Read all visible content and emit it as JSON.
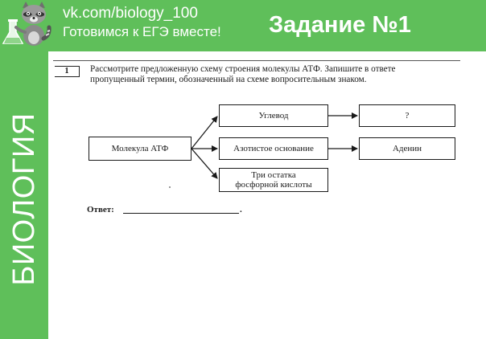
{
  "header": {
    "url": "vk.com/biology_100",
    "slogan": "Готовимся к ЕГЭ вместе!",
    "task_title": "Задание №1"
  },
  "sidebar": {
    "subject": "БИОЛОГИЯ"
  },
  "task": {
    "number": "1",
    "text_line1": "Рассмотрите предложенную схему строения молекулы АТФ. Запишите в ответе",
    "text_line2": "пропущенный термин, обозначенный на схеме вопросительным знаком."
  },
  "diagram": {
    "root": "Молекула АТФ",
    "carbohydrate": "Углевод",
    "nitrogen_base": "Азотистое основание",
    "phosphate_line1": "Три остатка",
    "phosphate_line2": "фосфорной кислоты",
    "unknown": "?",
    "adenine": "Аденин"
  },
  "answer": {
    "label": "Ответ:",
    "end_mark": "."
  },
  "colors": {
    "brand_green": "#5fbf5a",
    "text_dark": "#1a1a1a"
  }
}
